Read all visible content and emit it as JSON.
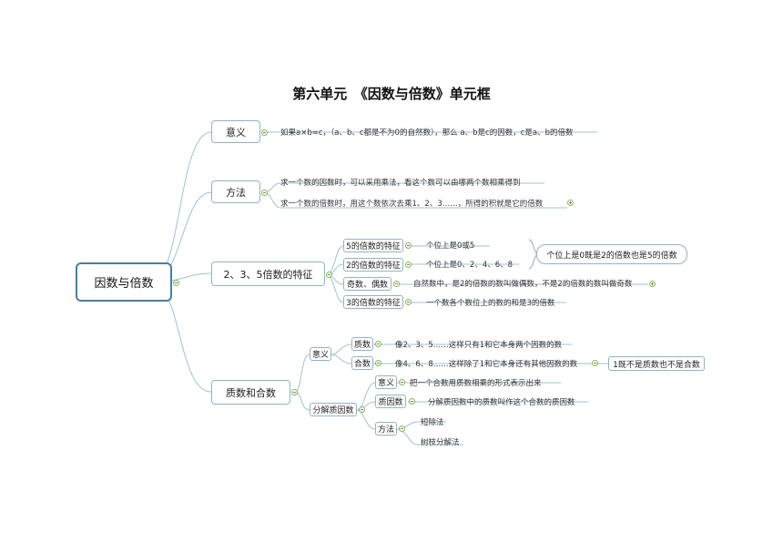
{
  "title": "第六单元　《因数与倍数》单元框",
  "root": "因数与倍数",
  "branches": {
    "meaning": {
      "label": "意义",
      "text": "如果a×b=c，（a、b、c都是不为0的自然数），那么 a、b是c的因数，c是a、b的倍数"
    },
    "method": {
      "label": "方法",
      "factor_text": "求一个数的因数时，可以采用乘法，看这个数可以由哪两个数相乘得到",
      "multiple_text": "求一个数的倍数时，用这个数依次去乘1、2、3……，所得的积就是它的倍数"
    },
    "features": {
      "label": "2、3、5倍数的特征",
      "five": {
        "label": "5的倍数的特征",
        "text": "个位上是0或5"
      },
      "two": {
        "label": "2的倍数的特征",
        "text": "个位上是0、2、4、6、8"
      },
      "combined": "个位上是0既是2的倍数也是5的倍数",
      "odd_even": {
        "label": "奇数、偶数",
        "text": "自然数中，是2的倍数的数叫做偶数，不是2的倍数的数叫做奇数"
      },
      "three": {
        "label": "3的倍数的特征",
        "text": "一个数各个数位上的数的和是3的倍数"
      }
    },
    "primes": {
      "label": "质数和合数",
      "meaning": {
        "label": "意义",
        "prime": {
          "label": "质数",
          "text": "像2、3、5……这样只有1和它本身两个因数的数"
        },
        "composite": {
          "label": "合数",
          "text": "像4、6、8……这样除了1和它本身还有其他因数的数"
        },
        "note": "1既不是质数也不是合数"
      },
      "factorization": {
        "label": "分解质因数",
        "meaning": {
          "label": "意义",
          "text": "把一个合数用质数相乘的形式表示出来"
        },
        "prime_factor": {
          "label": "质因数",
          "text": "分解质因数中的质数叫作这个合数的质因数"
        },
        "method": {
          "label": "方法",
          "items": [
            "短除法",
            "树枝分解法"
          ]
        }
      }
    }
  }
}
